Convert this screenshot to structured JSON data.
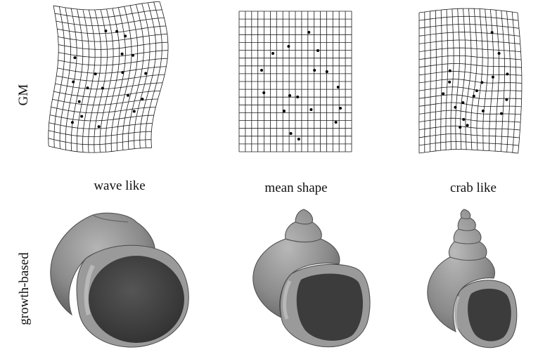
{
  "row_labels": {
    "top": "GM",
    "bottom": "growth-based"
  },
  "column_labels": [
    "wave like",
    "mean shape",
    "crab like"
  ],
  "grids": [
    {
      "name": "wave-like-deformation-grid",
      "style": "warped",
      "landmark_count": 19
    },
    {
      "name": "mean-shape-grid",
      "style": "regular",
      "landmark_count": 17
    },
    {
      "name": "crab-like-deformation-grid",
      "style": "warped",
      "landmark_count": 18
    }
  ],
  "shells": [
    {
      "name": "wave-like-shell",
      "form": "globose, large aperture"
    },
    {
      "name": "mean-shape-shell",
      "form": "intermediate spire and aperture"
    },
    {
      "name": "crab-like-shell",
      "form": "tall spire, small thick aperture"
    }
  ],
  "colors": {
    "grid_line": "#1a1a1a",
    "shell_body": "#8a8a8a",
    "shell_dark": "#3e3e3e",
    "shell_light": "#b8b8b8"
  }
}
